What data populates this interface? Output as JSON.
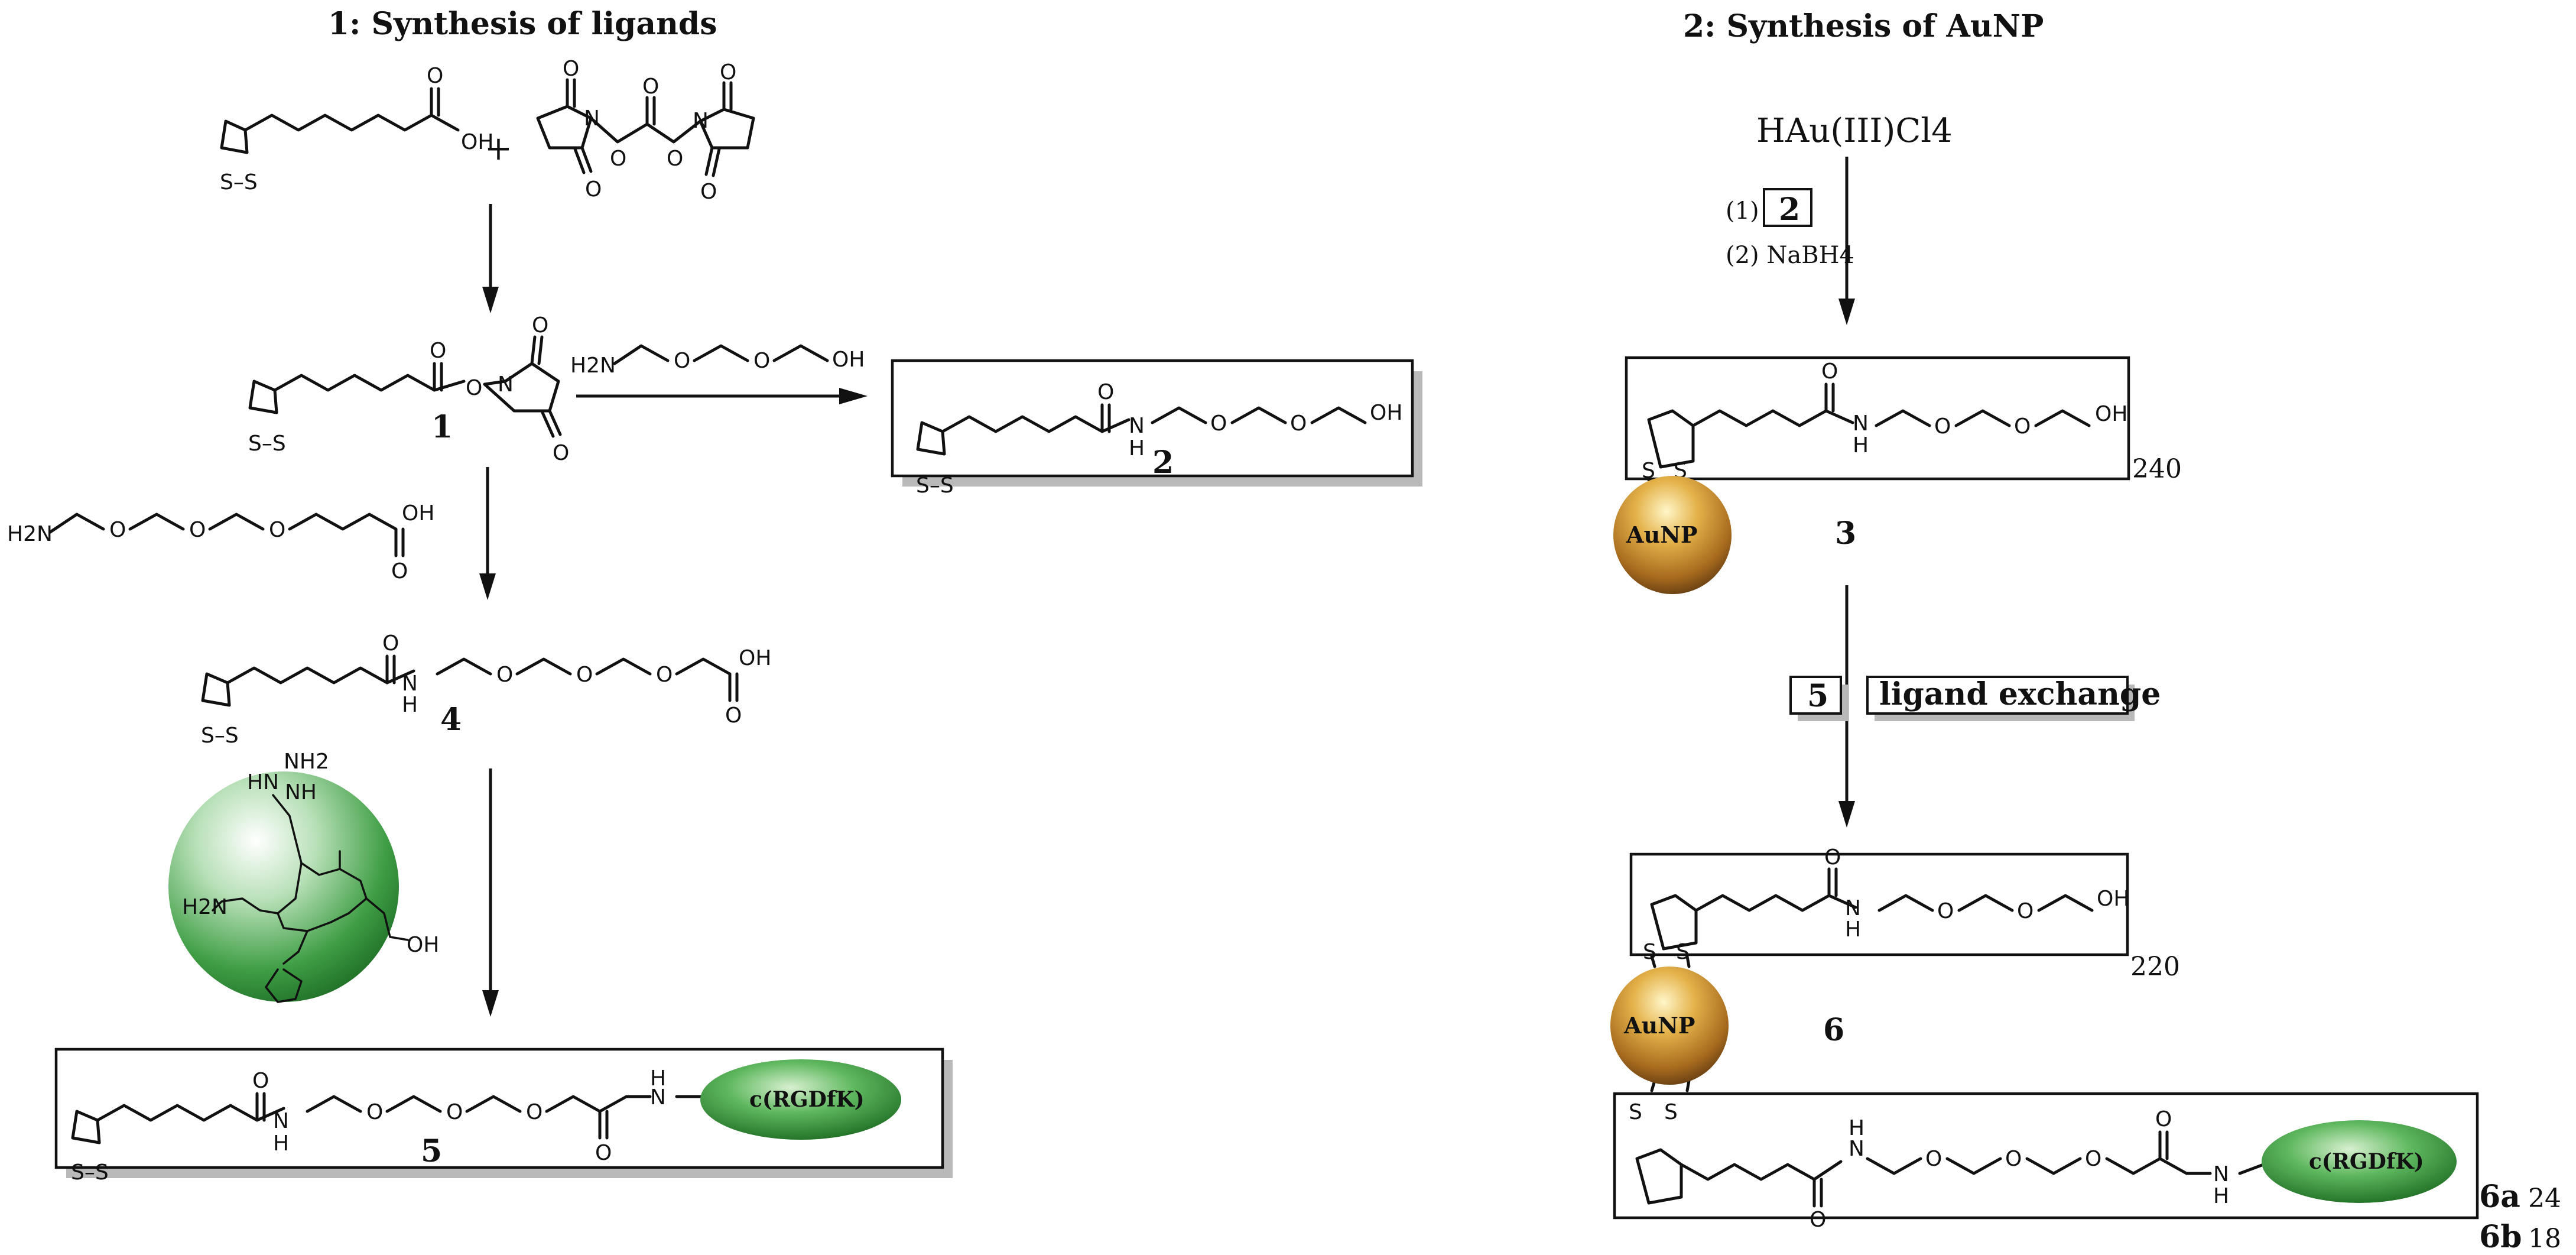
{
  "section_left": {
    "title": "1: Synthesis of ligands"
  },
  "section_right": {
    "title": "2: Synthesis of AuNP"
  },
  "atoms": {
    "oh": "OH",
    "o": "O",
    "n": "N",
    "nh_h": "H",
    "s": "S",
    "s_s": "S–S",
    "h2n": "H2N",
    "nh": "NH",
    "nh2": "NH2",
    "hn": "HN",
    "plus": "+"
  },
  "compounds": {
    "c1": "1",
    "c2": "2",
    "c3": "3",
    "c4": "4",
    "c5": "5",
    "c6": "6"
  },
  "peptide": {
    "label": "c(RGDfK)"
  },
  "nanoparticle": {
    "label": "AuNP"
  },
  "reagents": {
    "gold_salt": "HAu(III)Cl4",
    "step1_prefix": "(1)",
    "step1_box": "2",
    "step2": "(2) NaBH4",
    "exchange_box": "5",
    "exchange_label": "ligand exchange"
  },
  "counts": {
    "c3": "240",
    "c6": "220",
    "c6a_label": "6a",
    "c6a_value": "24",
    "c6b_label": "6b",
    "c6b_value": "18"
  },
  "colors": {
    "gold": "#b9832a",
    "green": "#2f9a3a",
    "ink": "#111111",
    "shadow": "#b9b9b9"
  }
}
